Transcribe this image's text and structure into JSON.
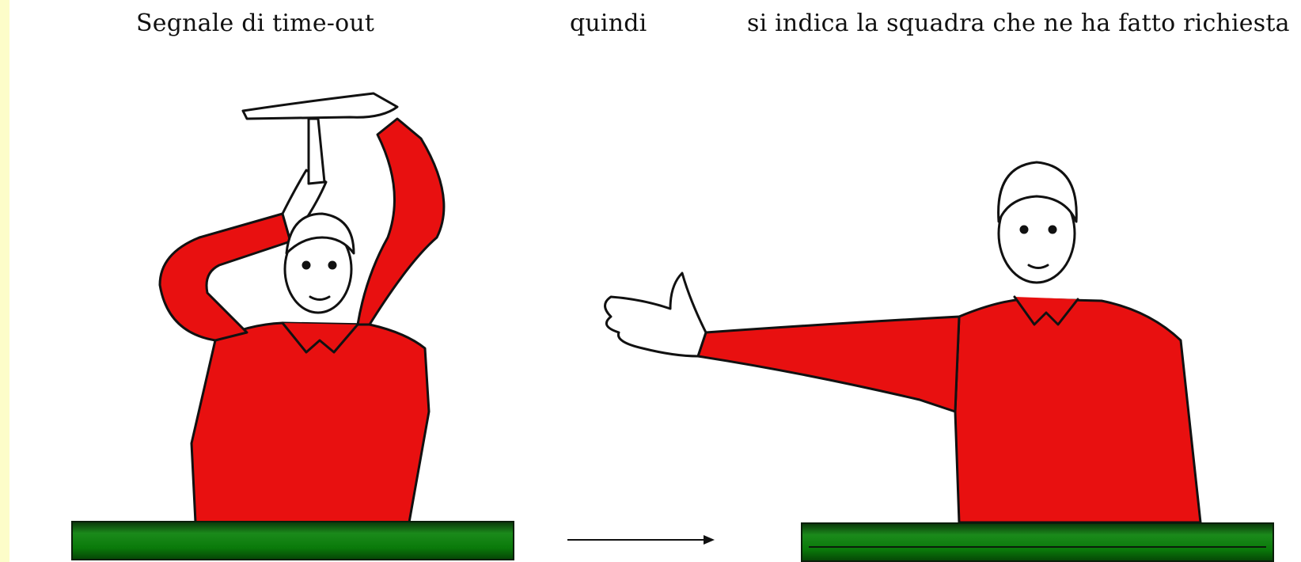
{
  "captions": {
    "left": "Segnale di time-out",
    "middle": "quindi",
    "right": "si indica la squadra che ne ha fatto richiesta"
  },
  "figures": {
    "left_figure": "referee-timeout-signal",
    "right_figure": "referee-pointing-to-team"
  },
  "colors": {
    "shirt": "#e81010",
    "table": "#0a7a0a",
    "page_background": "#fdfdc9"
  }
}
